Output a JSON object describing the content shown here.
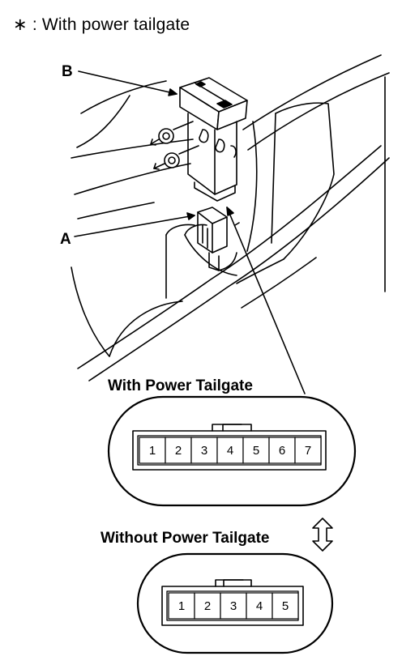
{
  "note": "∗ : With power tailgate",
  "callouts": {
    "b": "B",
    "a": "A"
  },
  "connectors": {
    "with_power_tailgate": {
      "caption": "With Power Tailgate",
      "pins": [
        "1",
        "2",
        "3",
        "4",
        "5",
        "6",
        "7"
      ]
    },
    "without_power_tailgate": {
      "caption": "Without Power Tailgate",
      "pins": [
        "1",
        "2",
        "3",
        "4",
        "5"
      ]
    }
  },
  "icons": [
    "double-arrow-icon",
    "screw-icon"
  ]
}
